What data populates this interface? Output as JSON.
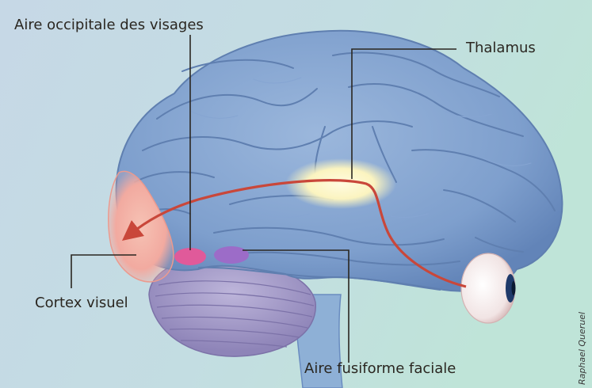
{
  "labels": {
    "occipital_face_area": "Aire occipitale des visages",
    "thalamus": "Thalamus",
    "visual_cortex": "Cortex visuel",
    "fusiform_face_area": "Aire fusiforme faciale"
  },
  "credit": "Raphael Queruel",
  "colors": {
    "background_left": "#c6d8e6",
    "background_right": "#bfe4d8",
    "brain": "#7e9fcd",
    "brain_shadow": "#5f7fb0",
    "thalamus_glow": "#fbf4c0",
    "visual_cortex": "#f2aaa0",
    "pathway_arrow": "#c9473a",
    "occipital_face_area": "#e05a9a",
    "fusiform_face_area": "#9c6cc8",
    "cerebellum": "#a89fc8",
    "leader_lines": "#2a2620"
  }
}
